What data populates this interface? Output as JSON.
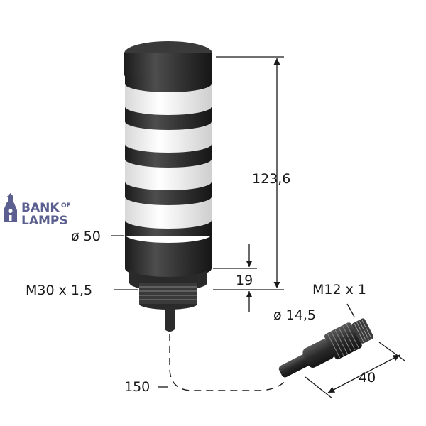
{
  "logo": {
    "line1": "BANK",
    "line1_small": "OF",
    "line2": "LAMPS",
    "color": "#5a5f8f"
  },
  "dimensions": {
    "height_total": "123,6",
    "diameter_body": "ø 50",
    "base_height": "19",
    "thread_body": "M30 x 1,5",
    "thread_connector": "M12 x 1",
    "diameter_connector": "ø 14,5",
    "connector_length": "40",
    "cable_length": "150"
  },
  "colors": {
    "body_dark": "#2b2b2b",
    "body_mid": "#4a4a4a",
    "band_light": "#f2f2f2",
    "line": "#1a1a1a"
  }
}
